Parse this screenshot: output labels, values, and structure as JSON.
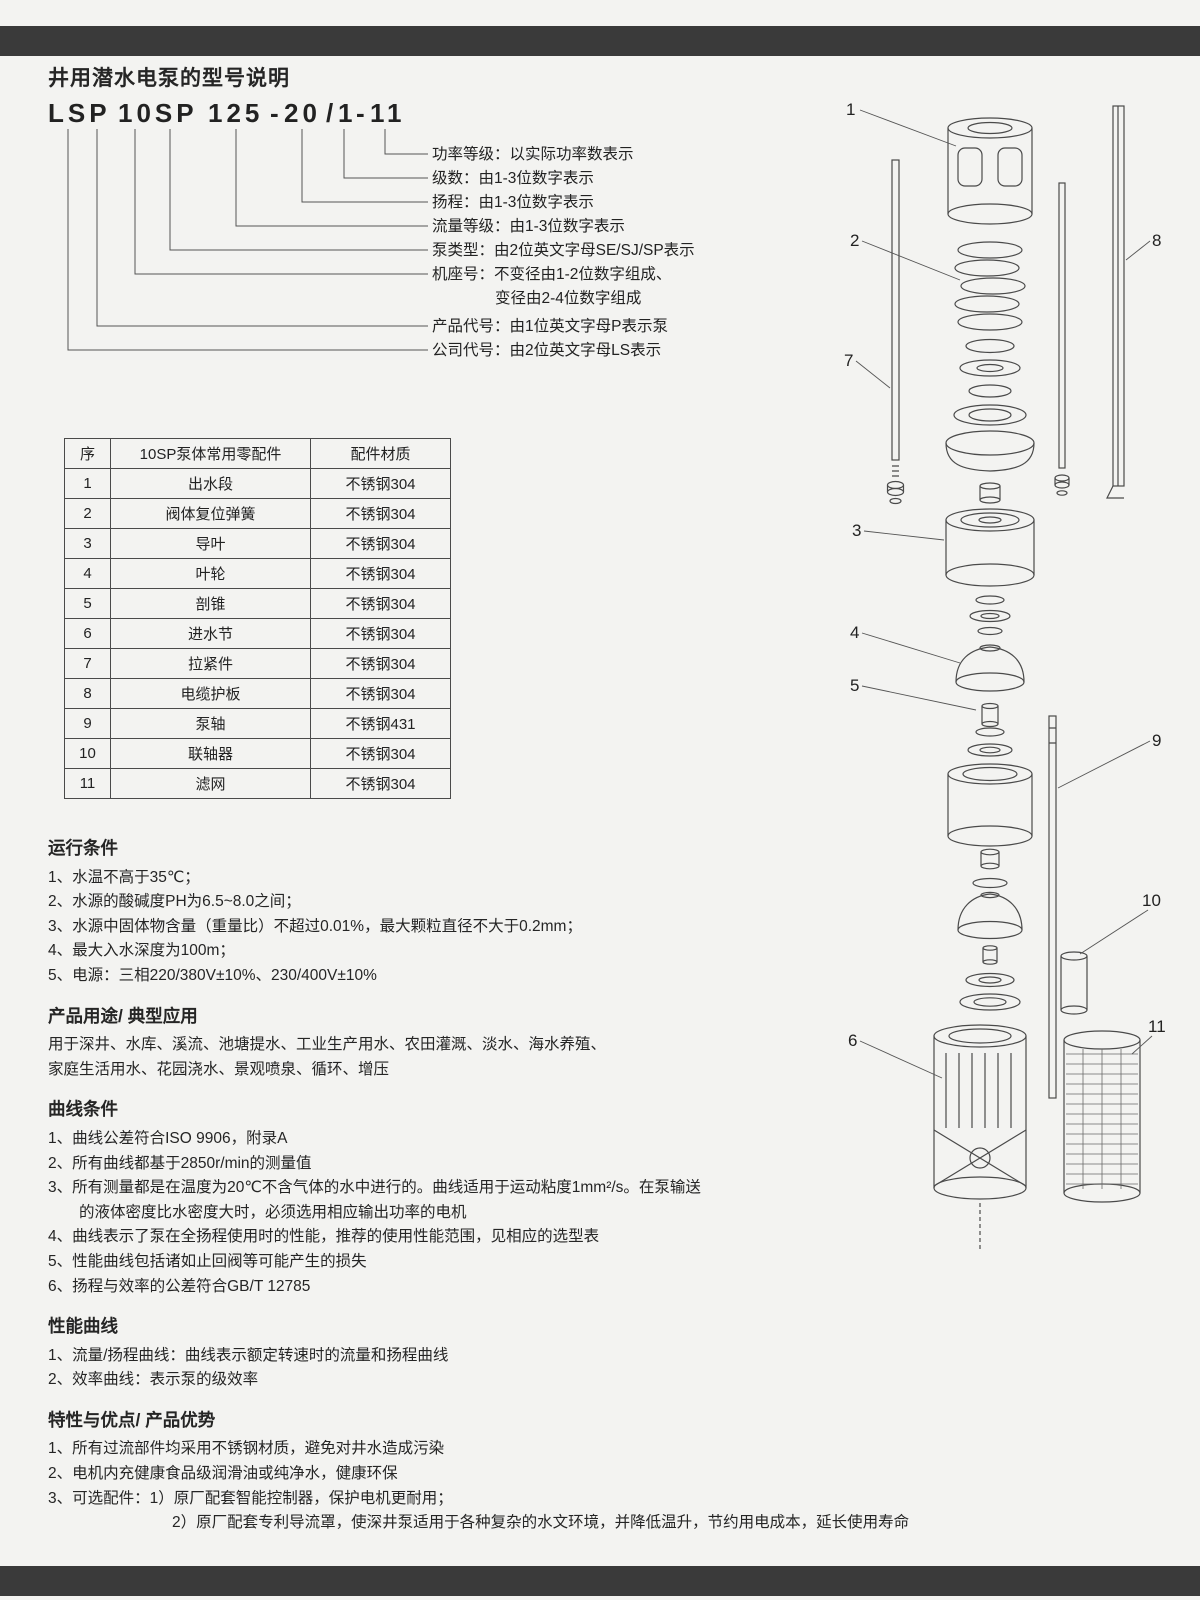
{
  "page": {
    "title": "井用潜水电泵的型号说明"
  },
  "model": {
    "code_segments": [
      "LSP",
      "10SP",
      "125",
      "-",
      "20",
      "/",
      "1",
      "-",
      "11"
    ],
    "labels": {
      "power": "功率等级：以实际功率数表示",
      "stages": "级数：由1-3位数字表示",
      "head": "扬程：由1-3位数字表示",
      "flow": "流量等级：由1-3位数字表示",
      "pump_type": "泵类型：由2位英文字母SE/SJ/SP表示",
      "frame1": "机座号：不变径由1-2位数字组成、",
      "frame2": "变径由2-4位数字组成",
      "product_code": "产品代号：由1位英文字母P表示泵",
      "company_code": "公司代号：由2位英文字母LS表示"
    }
  },
  "parts_table": {
    "headers": [
      "序",
      "10SP泵体常用零配件",
      "配件材质"
    ],
    "rows": [
      [
        "1",
        "出水段",
        "不锈钢304"
      ],
      [
        "2",
        "阀体复位弹簧",
        "不锈钢304"
      ],
      [
        "3",
        "导叶",
        "不锈钢304"
      ],
      [
        "4",
        "叶轮",
        "不锈钢304"
      ],
      [
        "5",
        "剖锥",
        "不锈钢304"
      ],
      [
        "6",
        "进水节",
        "不锈钢304"
      ],
      [
        "7",
        "拉紧件",
        "不锈钢304"
      ],
      [
        "8",
        "电缆护板",
        "不锈钢304"
      ],
      [
        "9",
        "泵轴",
        "不锈钢431"
      ],
      [
        "10",
        "联轴器",
        "不锈钢304"
      ],
      [
        "11",
        "滤网",
        "不锈钢304"
      ]
    ]
  },
  "diagram": {
    "callouts": [
      "1",
      "2",
      "7",
      "3",
      "4",
      "5",
      "6",
      "8",
      "9",
      "10",
      "11"
    ]
  },
  "sections": [
    {
      "heading": "运行条件",
      "lines": [
        "1、水温不高于35℃；",
        "2、水源的酸碱度PH为6.5~8.0之间；",
        "3、水源中固体物含量（重量比）不超过0.01%，最大颗粒直径不大于0.2mm；",
        "4、最大入水深度为100m；",
        "5、电源：三相220/380V±10%、230/400V±10%"
      ]
    },
    {
      "heading": "产品用途/ 典型应用",
      "lines": [
        "用于深井、水库、溪流、池塘提水、工业生产用水、农田灌溉、淡水、海水养殖、",
        "家庭生活用水、花园浇水、景观喷泉、循环、增压"
      ]
    },
    {
      "heading": "曲线条件",
      "lines": [
        "1、曲线公差符合ISO 9906，附录A",
        "2、所有曲线都基于2850r/min的测量值",
        "3、所有测量都是在温度为20℃不含气体的水中进行的。曲线适用于运动粘度1mm²/s。在泵输送",
        "的液体密度比水密度大时，必须选用相应输出功率的电机",
        "4、曲线表示了泵在全扬程使用时的性能，推荐的使用性能范围，见相应的选型表",
        "5、性能曲线包括诸如止回阀等可能产生的损失",
        "6、扬程与效率的公差符合GB/T 12785"
      ]
    },
    {
      "heading": "性能曲线",
      "lines": [
        "1、流量/扬程曲线：曲线表示额定转速时的流量和扬程曲线",
        "2、效率曲线：表示泵的级效率"
      ]
    },
    {
      "heading": "特性与优点/ 产品优势",
      "lines": [
        "1、所有过流部件均采用不锈钢材质，避免对井水造成污染",
        "2、电机内充健康食品级润滑油或纯净水，健康环保",
        "3、可选配件：1）原厂配套智能控制器，保护电机更耐用；",
        "2）原厂配套专利导流罩，使深井泵适用于各种复杂的水文环境，并降低温升，节约用电成本，延长使用寿命"
      ]
    }
  ]
}
